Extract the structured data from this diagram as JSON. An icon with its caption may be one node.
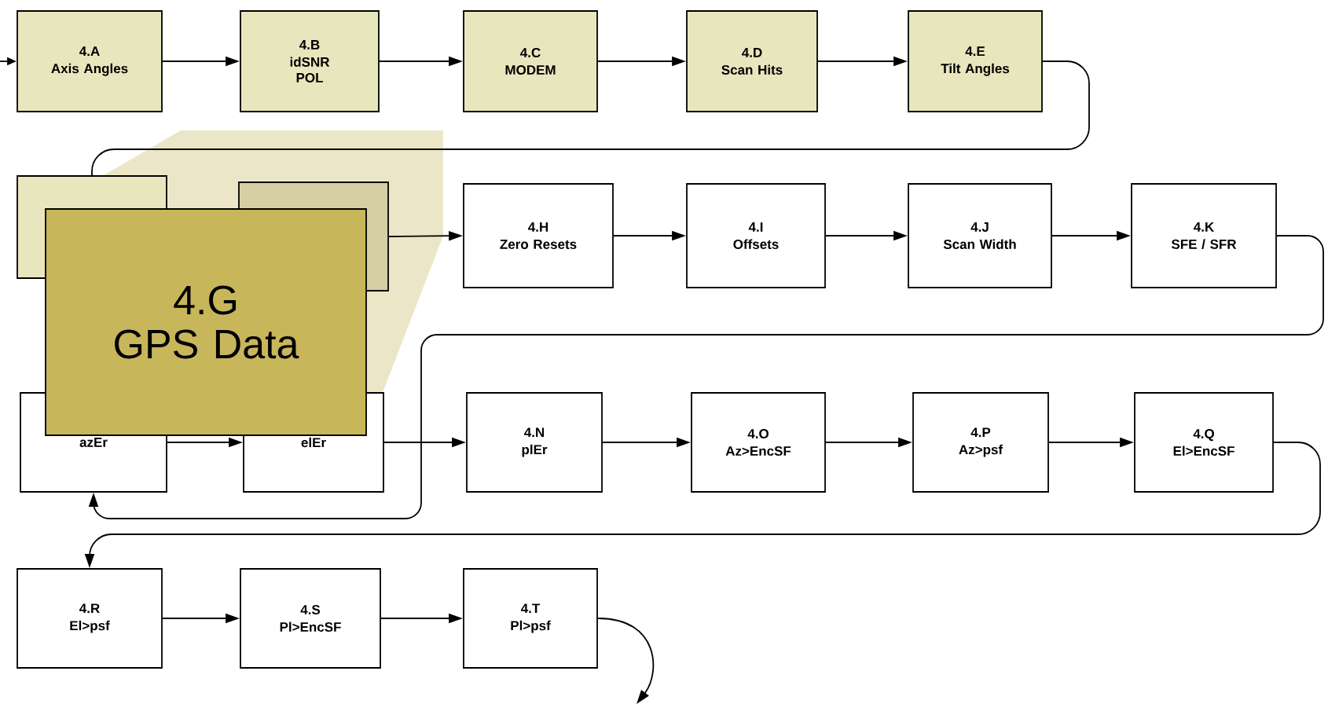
{
  "diagram": {
    "nodes": [
      {
        "text": [
          "4.A",
          "Axis Angles"
        ]
      },
      {
        "text": [
          "4.B",
          "idSNR POL"
        ]
      },
      {
        "text": [
          "4.C",
          "MODEM"
        ]
      },
      {
        "text": [
          "4.D",
          "Scan Hits"
        ]
      },
      {
        "text": [
          "4.E",
          "Tilt Angles"
        ]
      },
      {
        "text": [],
        "shape": "box"
      },
      {
        "text": [],
        "shape": "box"
      },
      {
        "text": [
          "4.H",
          "Zero Resets"
        ]
      },
      {
        "text": [
          "4.I",
          "Offsets"
        ]
      },
      {
        "text": [
          "4.J",
          "Scan Width"
        ]
      },
      {
        "text": [
          "4.K",
          "SFE / SFR"
        ]
      },
      {
        "text": [
          "azEr"
        ]
      },
      {
        "text": [
          "elEr"
        ]
      },
      {
        "text": [
          "4.N",
          "plEr"
        ]
      },
      {
        "text": [
          "4.O",
          "Az>EncSF"
        ]
      },
      {
        "text": [
          "4.P",
          "Az>psf"
        ]
      },
      {
        "text": [
          "4.Q",
          "El>EncSF"
        ]
      },
      {
        "text": [
          "4.R",
          "El>psf"
        ]
      },
      {
        "text": [
          "4.S",
          "Pl>EncSF"
        ]
      },
      {
        "text": [
          "4.T",
          "Pl>psf"
        ]
      },
      {
        "text": [
          "4.G",
          "GPS Data"
        ]
      }
    ],
    "edges": [
      {
        "from": null,
        "to": 0,
        "arrow": "to"
      },
      {
        "from": 0,
        "to": 1,
        "arrow": "to"
      },
      {
        "from": 1,
        "to": 2,
        "arrow": "to"
      },
      {
        "from": 2,
        "to": 3,
        "arrow": "to"
      },
      {
        "from": 3,
        "to": 4,
        "arrow": "to"
      },
      {
        "from": 4,
        "to": 5,
        "arrow": "none"
      },
      {
        "from": 6,
        "to": 7,
        "arrow": "to"
      },
      {
        "from": 7,
        "to": 8,
        "arrow": "to"
      },
      {
        "from": 8,
        "to": 9,
        "arrow": "to"
      },
      {
        "from": 9,
        "to": 10,
        "arrow": "to"
      },
      {
        "from": 10,
        "to": 11,
        "arrow": "to"
      },
      {
        "from": 11,
        "to": 12,
        "arrow": "to"
      },
      {
        "from": 12,
        "to": 13,
        "arrow": "to"
      },
      {
        "from": 13,
        "to": 14,
        "arrow": "to"
      },
      {
        "from": 14,
        "to": 15,
        "arrow": "to"
      },
      {
        "from": 15,
        "to": 16,
        "arrow": "to"
      },
      {
        "from": 16,
        "to": 17,
        "arrow": "to"
      },
      {
        "from": 17,
        "to": 18,
        "arrow": "to"
      },
      {
        "from": 18,
        "to": 19,
        "arrow": "to"
      },
      {
        "from": 19,
        "to": null,
        "arrow": "to"
      }
    ]
  }
}
